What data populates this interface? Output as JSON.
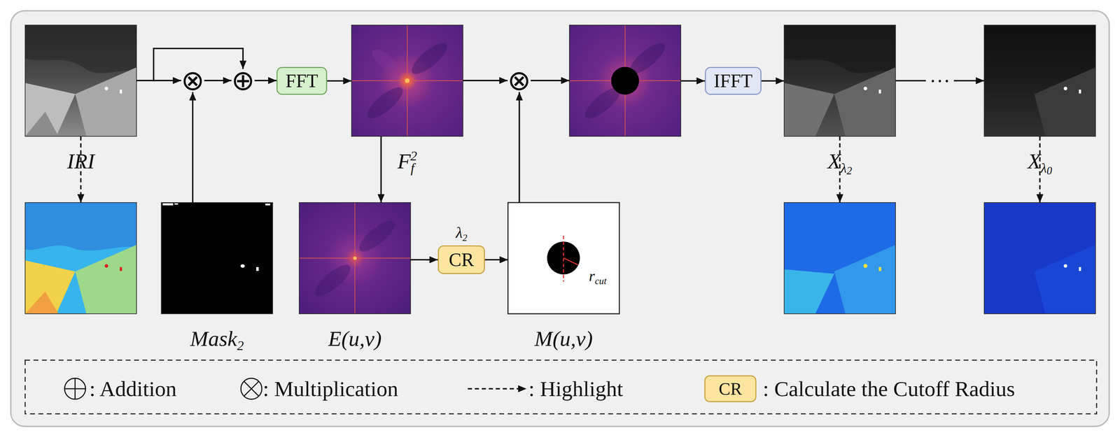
{
  "diagram": {
    "nodes": [
      {
        "text": [
          "IRI"
        ]
      },
      {
        "text": []
      },
      {
        "text": [
          "⊗"
        ]
      },
      {
        "text": [
          "⊕"
        ]
      },
      {
        "text": [
          "Mask2"
        ]
      },
      {
        "text": [
          "FFT"
        ]
      },
      {
        "text": [
          "Ff2"
        ]
      },
      {
        "text": [
          "E(u,v)"
        ]
      },
      {
        "text": [
          "CR"
        ]
      },
      {
        "text": [
          "⊗"
        ]
      },
      {
        "text": [
          "M(u,v)"
        ]
      },
      {
        "text": []
      },
      {
        "text": [
          "IFFT"
        ]
      },
      {
        "text": [
          "Xλ2"
        ]
      },
      {
        "text": []
      },
      {
        "text": [
          "Xλ0"
        ]
      },
      {
        "text": []
      }
    ],
    "edges": [
      {
        "from": 0,
        "to": 1,
        "arrow": "to"
      },
      {
        "from": 0,
        "to": 2,
        "arrow": "to"
      },
      {
        "from": 0,
        "to": 3,
        "arrow": "to"
      },
      {
        "from": 4,
        "to": 2,
        "arrow": "to"
      },
      {
        "from": 2,
        "to": 3,
        "arrow": "to"
      },
      {
        "from": 3,
        "to": 5,
        "arrow": "to"
      },
      {
        "from": 5,
        "to": 6,
        "arrow": "to"
      },
      {
        "from": 6,
        "to": 7,
        "arrow": "to"
      },
      {
        "from": 6,
        "to": 9,
        "arrow": "to"
      },
      {
        "from": 7,
        "to": 8,
        "arrow": "to"
      },
      {
        "from": 8,
        "to": 10,
        "arrow": "to"
      },
      {
        "from": 10,
        "to": 9,
        "arrow": "to"
      },
      {
        "from": 9,
        "to": 11,
        "arrow": "to"
      },
      {
        "from": 11,
        "to": 12,
        "arrow": "to"
      },
      {
        "from": 12,
        "to": 13,
        "arrow": "to"
      },
      {
        "from": 13,
        "to": 15,
        "label": "···",
        "arrow": "to"
      },
      {
        "from": 13,
        "to": 14,
        "arrow": "to"
      },
      {
        "from": 15,
        "to": 16,
        "arrow": "to"
      }
    ],
    "labels": [
      "λ2",
      "rcut",
      "CR"
    ],
    "legend": [
      {
        "text": ": Addition"
      },
      {
        "text": ": Multiplication"
      },
      {
        "text": ": Highlight"
      },
      {
        "text": ": Calculate the Cutoff Radius"
      }
    ]
  }
}
